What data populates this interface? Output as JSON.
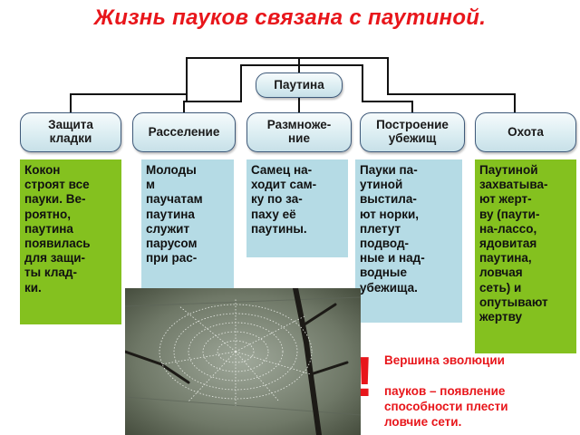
{
  "title": "Жизнь пауков связана с паутиной.",
  "root": "Паутина",
  "categories": [
    {
      "label": "Защита\nкладки",
      "text": "Кокон\nстроят все\nпауки. Ве-\nроятно,\nпаутина\nпоявилась\nдля защи-\nты клад-\nки.",
      "color": "#84c11f"
    },
    {
      "label": "Расселение",
      "text": "Молоды\nм\nпаучатам\n паутина\nслужит\nпарусом\nпри рас-",
      "color": "#b5dbe5"
    },
    {
      "label": "Размноже-\nние",
      "text": "Самец на-\nходит сам-\nку по за-\nпаху её\nпаутины.",
      "color": "#b5dbe5"
    },
    {
      "label": "Построение\nубежищ",
      "text": "Пауки па-\nутиной\nвыстила-\nют норки,\nплетут\nподвод-\nные и над-\nводные\nубежища.",
      "color": "#b5dbe5"
    },
    {
      "label": "Охота",
      "text": "Паутиной\nзахватыва-\nют жерт-\nву (паути-\nна-лассо,\nядовитая\nпаутина,\nловчая\nсеть) и\nопутывают\nжертву",
      "color": "#84c11f"
    }
  ],
  "exclamation": "!",
  "note": "Вершина эволюции\n\nпауков – появление\nспособности плести\nловчие сети.",
  "accent_color": "#e8161b"
}
